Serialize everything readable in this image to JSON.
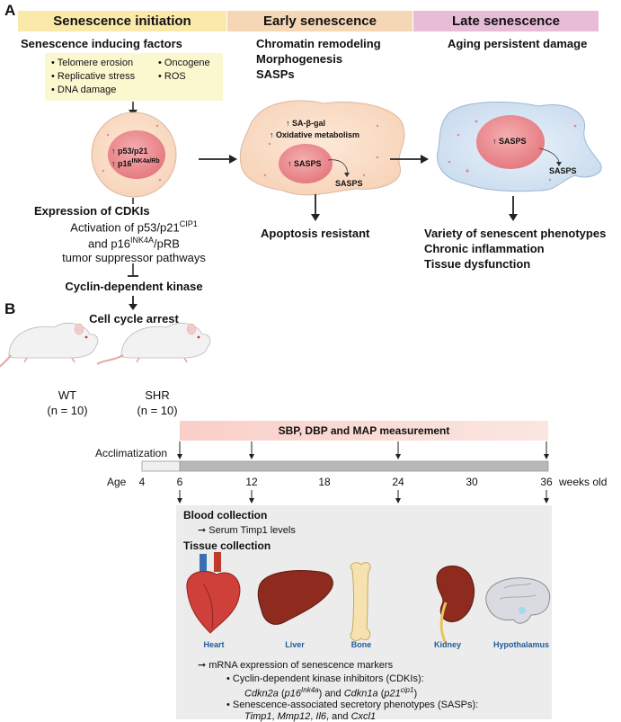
{
  "panel_a": {
    "letter": "A",
    "stages": [
      "Senescence initiation",
      "Early senescence",
      "Late senescence"
    ],
    "initiation": {
      "subtitle": "Senescence inducing factors",
      "factors": [
        "• Telomere erosion",
        "• Oncogene",
        "• Replicative stress",
        "• ROS",
        "• DNA damage"
      ],
      "nucleus_line1": "↑ p53/p21",
      "nucleus_line2_main": "↑ p16",
      "nucleus_line2_sup": "INK4a/Rb",
      "expression": "Expression of CDKIs",
      "activation_a": "Activation of p53/p21",
      "activation_a_sup": "CIP1",
      "activation_b": "and p16",
      "activation_b_sup": "INK4A",
      "activation_b_end": "/pRB",
      "activation_c": "tumor suppressor pathways",
      "cdk": "Cyclin-dependent kinase",
      "arrest": "Cell cycle arrest"
    },
    "early": {
      "lines": [
        "Chromatin remodeling",
        "Morphogenesis",
        "SASPs"
      ],
      "cell_line1": "↑ SA-β-gal",
      "cell_line2": "↑ Oxidative metabolism",
      "nucleus": "↑ SASPS",
      "secreted": "SASPS",
      "outcome": "Apoptosis resistant"
    },
    "late": {
      "subtitle": "Aging persistent damage",
      "nucleus": "↑ SASPS",
      "secreted": "SASPS",
      "outcomes": [
        "Variety of senescent phenotypes",
        "Chronic inflammation",
        "Tissue dysfunction"
      ]
    }
  },
  "panel_b": {
    "letter": "B",
    "groups": [
      {
        "name": "WT",
        "n": "(n = 10)"
      },
      {
        "name": "SHR",
        "n": "(n = 10)"
      }
    ],
    "measurement": "SBP, DBP and MAP measurement",
    "acclimatization": "Acclimatization",
    "age_label": "Age",
    "ticks": [
      "4",
      "6",
      "12",
      "18",
      "24",
      "30",
      "36"
    ],
    "units": "weeks old",
    "blood_title": "Blood collection",
    "blood_item": "➞  Serum Timp1 levels",
    "tissue_title": "Tissue collection",
    "organs": [
      "Heart",
      "Liver",
      "Bone",
      "Kidney",
      "Hypothalamus"
    ],
    "mrna": "➞  mRNA expression of senescence markers",
    "cdki_line": "• Cyclin-dependent kinase inhibitors (CDKIs):",
    "cdki_genes": {
      "g1": "Cdkn2a",
      "g1a": " (",
      "g1b": "p16",
      "g1sup": "Ink4a",
      "g1c": ") and ",
      "g2": "Cdkn1a",
      "g2a": " (",
      "g2b": "p21",
      "g2sup": "cip1",
      "g2c": ")"
    },
    "sasp_line": "• Senescence-associated secretory phenotypes (SASPs):",
    "sasp_genes": {
      "a": "Timp1",
      "sep1": ", ",
      "b": "Mmp12",
      "sep2": ", ",
      "c": "Il6",
      "sep3": ", and ",
      "d": "Cxcl1"
    }
  }
}
